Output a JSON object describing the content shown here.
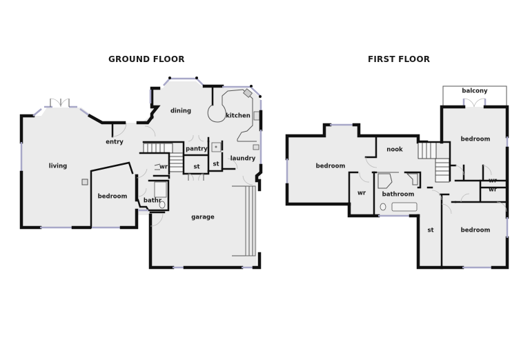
{
  "ground_floor": {
    "title": "GROUND FLOOR",
    "rooms": {
      "living": "living",
      "entry": "entry",
      "dining": "dining",
      "kitchen": "kitchen",
      "pantry": "pantry",
      "st1": "st",
      "st2": "st",
      "laundry": "laundry",
      "wr": "wr",
      "bedroom": "bedroom",
      "bathr": "bathr",
      "garage": "garage"
    }
  },
  "first_floor": {
    "title": "FIRST FLOOR",
    "rooms": {
      "balcony": "balcony",
      "bedroom_west": "bedroom",
      "nook": "nook",
      "bedroom_ne": "bedroom",
      "wr_west": "wr",
      "bathroom": "bathroom",
      "wr_1": "wr",
      "wr_2": "wr",
      "st": "st",
      "bedroom_se": "bedroom"
    }
  },
  "colors": {
    "wall": "#111111",
    "floor_fill": "#ebebeb",
    "window": "#a8a8c8",
    "background": "#ffffff"
  }
}
